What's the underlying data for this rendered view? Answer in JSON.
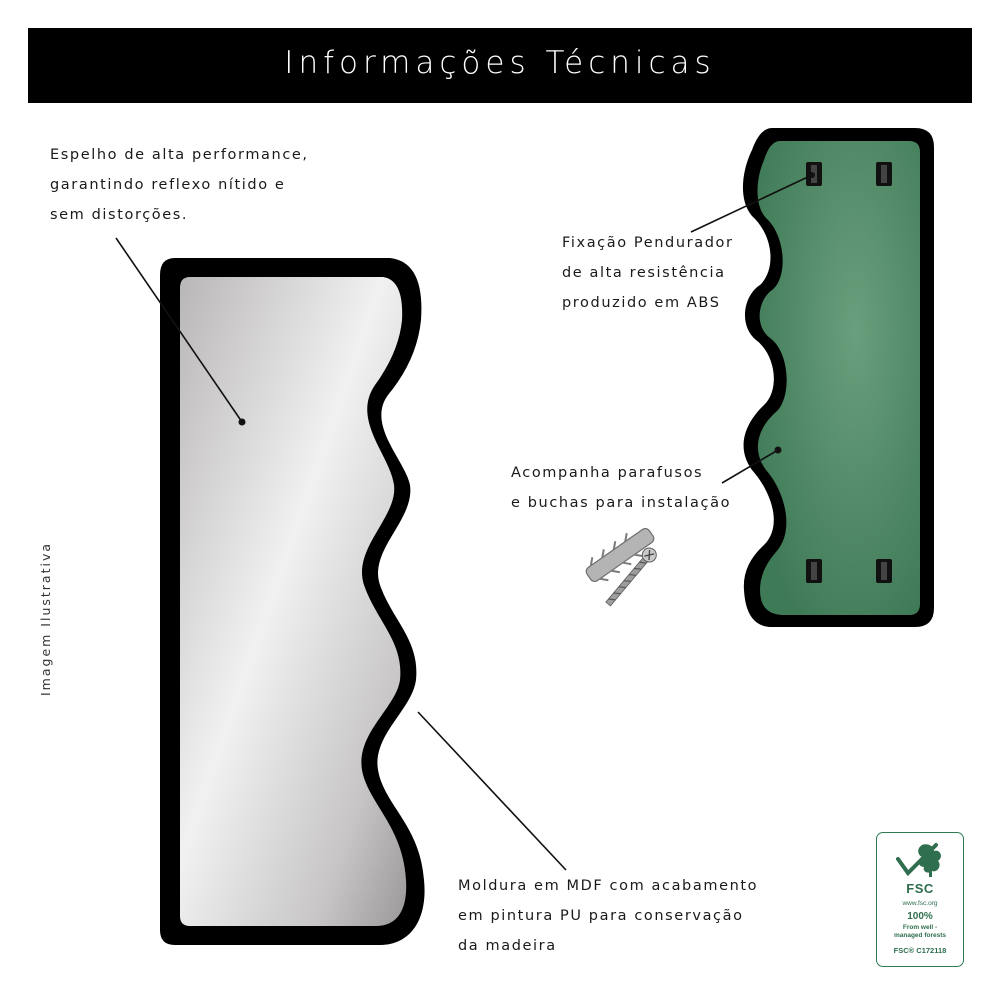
{
  "header": {
    "title": "Informações Técnicas"
  },
  "captions": {
    "mirror": "Espelho de alta performance,\ngarantindo reflexo nítido e\nsem distorções.",
    "hanger": "Fixação Pendurador\nde alta resistência\nproduzido em ABS",
    "screws": "Acompanha parafusos\ne buchas para instalação",
    "frame": "Moldura em MDF com acabamento\nem pintura PU para conservação\nda madeira"
  },
  "side_note": "Imagem Ilustrativa",
  "fsc_badge": {
    "brand": "FSC",
    "site": "www.fsc.org",
    "percent": "100%",
    "from": "From well -\nmanaged forests",
    "code": "FSC® C172118"
  },
  "colors": {
    "frame": "#000000",
    "back_panel": "#4e8a66",
    "fsc_green": "#2f7a55"
  },
  "icons": [
    "tree-check-icon",
    "screw-icon",
    "wall-plug-icon",
    "hanger-clip-icon"
  ]
}
